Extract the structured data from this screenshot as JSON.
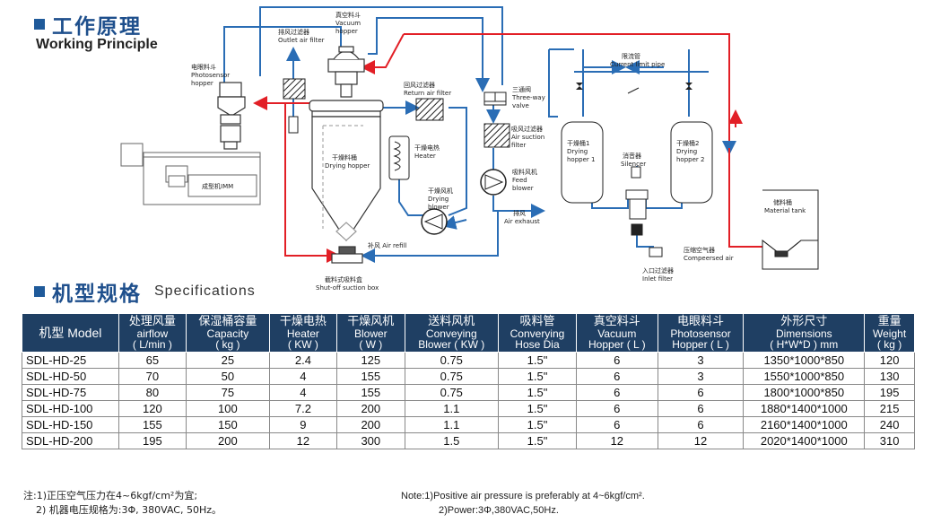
{
  "working": {
    "title_cn": "工作原理",
    "title_en": "Working Principle"
  },
  "diagram": {
    "outlet_filter": [
      "排风过滤器",
      "Outlet air filter"
    ],
    "vacuum_hopper": [
      "真空料斗",
      "Vacuum",
      "hopper"
    ],
    "photo_hopper": [
      "电眼料斗",
      "Photosensor",
      "hopper"
    ],
    "return_filter": [
      "回风过滤器",
      "Return air filter"
    ],
    "three_way": [
      "三通阀",
      "Three-way",
      "valve"
    ],
    "air_suction_filter": [
      "吸风过滤器",
      "Air suction",
      "filter"
    ],
    "feed_blower": [
      "吸料风机",
      "Feed",
      "blower"
    ],
    "air_exhaust": [
      "排风",
      "Air exhaust"
    ],
    "heater": [
      "干燥电热",
      "Heater"
    ],
    "drying_hopper": [
      "干燥料桶",
      "Drying hopper"
    ],
    "drying_blower": [
      "干燥风机",
      "Drying",
      "blower"
    ],
    "air_refill": "补风 Air refill",
    "shutoff_box": [
      "截料式吸料盒",
      "Shut-off suction box"
    ],
    "imm": "成型机IMM",
    "current_limit": [
      "限流管",
      "Current limit pipe"
    ],
    "drying_hopper1": [
      "干燥桶1",
      "Drying",
      "hopper 1"
    ],
    "drying_hopper2": [
      "干燥桶2",
      "Drying",
      "hopper 2"
    ],
    "silencer": [
      "消音器",
      "Silencer"
    ],
    "compressed_air": [
      "压缩空气器",
      "Compeersed air"
    ],
    "inlet_filter": [
      "入口过滤器",
      "Inlet filter"
    ],
    "material_tank": [
      "储料桶",
      "Material tank"
    ]
  },
  "spec": {
    "title_cn": "机型规格",
    "title_en": "Specifications",
    "headers": [
      {
        "cn": "机型 Model",
        "en": ""
      },
      {
        "cn": "处理风量",
        "en": "airflow",
        "unit": "( L/min )"
      },
      {
        "cn": "保湿桶容量",
        "en": "Capacity",
        "unit": "( kg )"
      },
      {
        "cn": "干燥电热",
        "en": "Heater",
        "unit": "( KW )"
      },
      {
        "cn": "干燥风机",
        "en": "Blower",
        "unit": "( W )"
      },
      {
        "cn": "送料风机",
        "en": "Conveying",
        "unit": "Blower ( KW )"
      },
      {
        "cn": "吸料管",
        "en": "Converying",
        "unit": "Hose Dia"
      },
      {
        "cn": "真空料斗",
        "en": "Vacuum",
        "unit": "Hopper ( L )"
      },
      {
        "cn": "电眼料斗",
        "en": "Photosensor",
        "unit": "Hopper ( L )"
      },
      {
        "cn": "外形尺寸",
        "en": "Dimensions",
        "unit": "( H*W*D ) mm"
      },
      {
        "cn": "重量",
        "en": "Weight",
        "unit": "( kg )"
      }
    ],
    "rows": [
      [
        "SDL-HD-25",
        "65",
        "25",
        "2.4",
        "125",
        "0.75",
        "1.5\"",
        "6",
        "3",
        "1350*1000*850",
        "120"
      ],
      [
        "SDL-HD-50",
        "70",
        "50",
        "4",
        "155",
        "0.75",
        "1.5\"",
        "6",
        "3",
        "1550*1000*850",
        "130"
      ],
      [
        "SDL-HD-75",
        "80",
        "75",
        "4",
        "155",
        "0.75",
        "1.5\"",
        "6",
        "6",
        "1800*1000*850",
        "195"
      ],
      [
        "SDL-HD-100",
        "120",
        "100",
        "7.2",
        "200",
        "1.1",
        "1.5\"",
        "6",
        "6",
        "1880*1400*1000",
        "215"
      ],
      [
        "SDL-HD-150",
        "155",
        "150",
        "9",
        "200",
        "1.1",
        "1.5\"",
        "6",
        "6",
        "2160*1400*1000",
        "240"
      ],
      [
        "SDL-HD-200",
        "195",
        "200",
        "12",
        "300",
        "1.5",
        "1.5\"",
        "12",
        "12",
        "2020*1400*1000",
        "310"
      ]
    ]
  },
  "notes": {
    "cn1": "注:1)正压空气压力在4~6kgf/cm²为宜;",
    "cn2": "2) 机器电压规格为:3Φ, 380VAC, 50Hz。",
    "en1": "Note:1)Positive air pressure is preferably at 4~6kgf/cm².",
    "en2": "2)Power:3Φ,380VAC,50Hz."
  },
  "colors": {
    "blue_line": "#2a6db5",
    "red_line": "#e21f26",
    "header_bg": "#1f3f63",
    "title": "#1e4f8c"
  }
}
